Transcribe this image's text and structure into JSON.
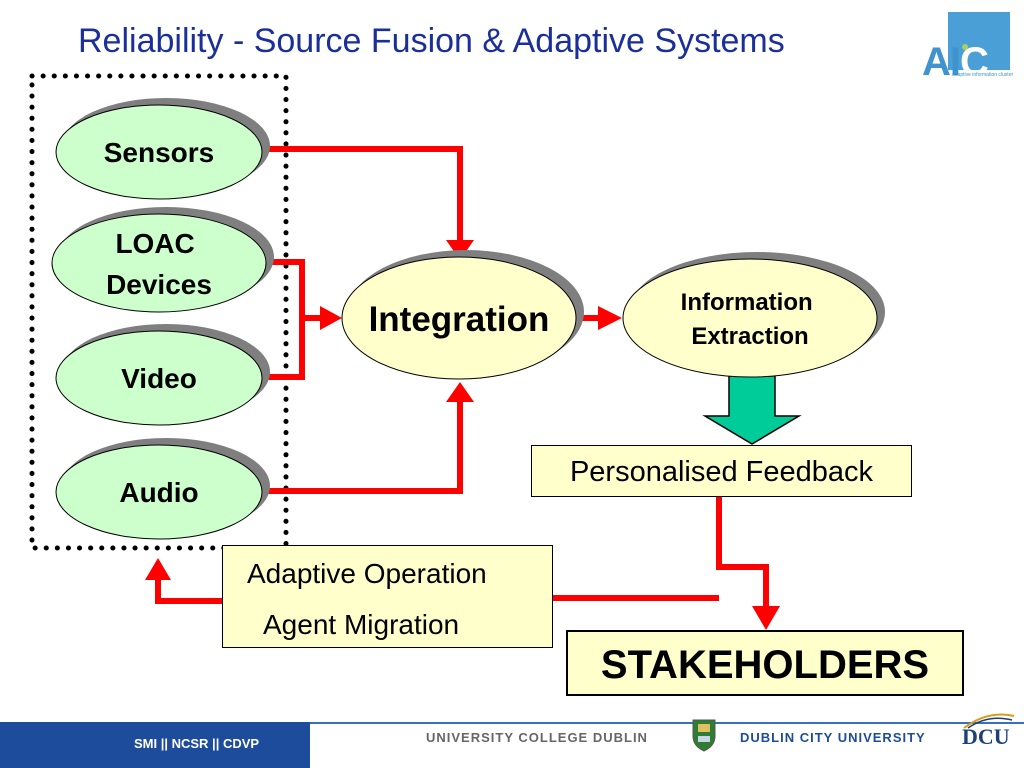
{
  "title": "Reliability - Source Fusion & Adaptive Systems",
  "logo": {
    "letters_a": "AI",
    "letters_c": "C",
    "subtitle": "adaptive information cluster"
  },
  "sources": [
    "Sensors",
    "LOAC\nDevices",
    "Video",
    "Audio"
  ],
  "integration_label": "Integration",
  "extraction_label": "Information\nExtraction",
  "feedback_label": "Personalised Feedback",
  "adaptive": {
    "line1": "Adaptive Operation",
    "line2": "Agent Migration"
  },
  "stakeholders_label": "STAKEHOLDERS",
  "footer": {
    "left": "SMI  ||  NCSR  ||  CDVP",
    "ucd": "UNIVERSITY COLLEGE DUBLIN",
    "dcu": "DUBLIN CITY UNIVERSITY",
    "dcu_logo": "DCU"
  },
  "colors": {
    "title": "#1a2f9a",
    "source_fill": "#ccffcc",
    "center_fill": "#ffffcc",
    "arrow": "#ff0000",
    "down_arrow": "#00cc99",
    "shadow": "#7f7f7f"
  }
}
